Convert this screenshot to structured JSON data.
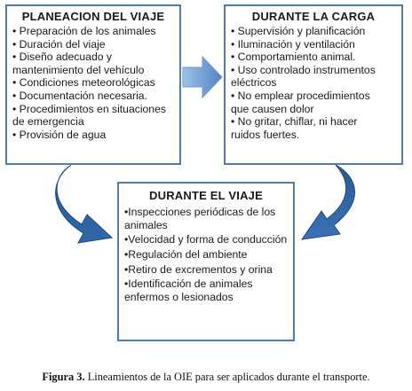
{
  "boxes": {
    "planeacion": {
      "title": "PLANEACION DEL VIAJE",
      "items": [
        "• Preparación de los animales",
        "• Duración del viaje",
        "• Diseño adecuado y",
        "mantenimiento del vehículo",
        "• Condiciones meteorológicas",
        "• Documentación necesaria.",
        "• Procedimientos en situaciones",
        "de emergencia",
        "• Provisión de agua"
      ]
    },
    "carga": {
      "title": "DURANTE LA CARGA",
      "items": [
        "• Supervisión y planificación",
        "• Iluminación y ventilación",
        "• Comportamiento animal.",
        "• Uso controlado instrumentos",
        "eléctricos",
        "• No emplear procedimientos",
        "que causen dolor",
        "• No gritar, chiflar, ni hacer",
        "ruidos fuertes."
      ]
    },
    "viaje": {
      "title": "DURANTE EL VIAJE",
      "items": [
        "•Inspecciones periódicas de los animales",
        "•Velocidad y forma de conducción",
        "•Regulación del ambiente",
        "•Retiro de excrementos y orina",
        "•Identificación de animales enfermos o lesionados"
      ]
    }
  },
  "caption": {
    "figure": "Figura 3.",
    "text": "Lineamientos de la OIE para ser aplicados durante el transporte."
  },
  "colors": {
    "border": "#4f7db1",
    "arrow_light": "#86aede",
    "arrow_dark": "#2b5b95"
  }
}
